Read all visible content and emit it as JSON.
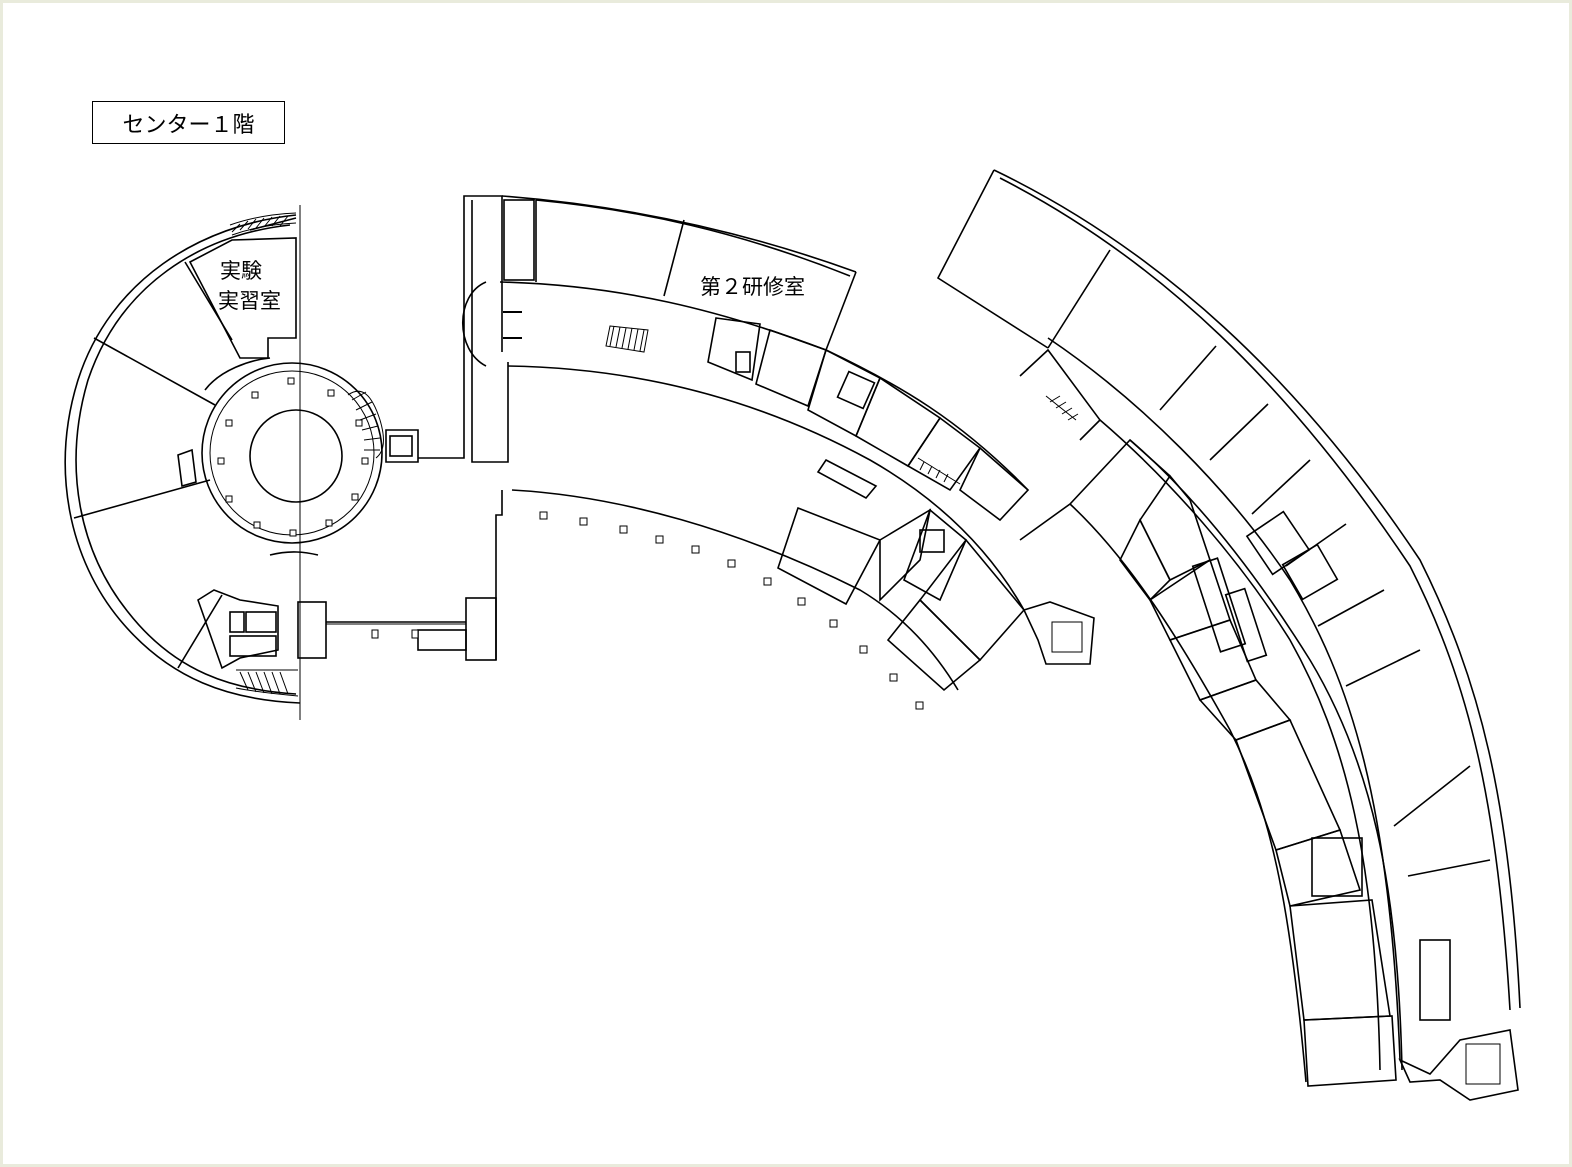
{
  "title": "センター１階",
  "rooms": {
    "lab_line1": "実験",
    "lab_line2": "実習室",
    "seminar": "第２研修室"
  },
  "colors": {
    "frame": "#e9ebdc",
    "wall": "#000000",
    "background": "#ffffff"
  }
}
